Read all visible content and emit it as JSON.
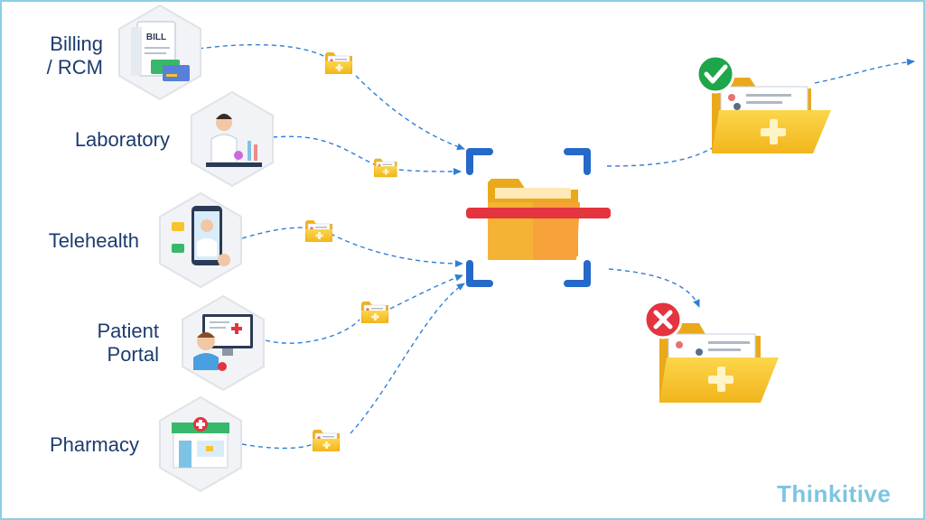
{
  "sources": [
    {
      "id": "billing",
      "lines": [
        "Billing",
        "/ RCM"
      ],
      "icon": "bill-icon"
    },
    {
      "id": "laboratory",
      "lines": [
        "Laboratory"
      ],
      "icon": "scientist-icon"
    },
    {
      "id": "telehealth",
      "lines": [
        "Telehealth"
      ],
      "icon": "video-doctor-icon"
    },
    {
      "id": "patient-portal",
      "lines": [
        "Patient",
        "Portal"
      ],
      "icon": "patient-monitor-icon"
    },
    {
      "id": "pharmacy",
      "lines": [
        "Pharmacy"
      ],
      "icon": "pharmacy-store-icon"
    }
  ],
  "icon_text": {
    "bill": "BILL"
  },
  "outcomes": {
    "approved_icon": "check-icon",
    "rejected_icon": "cross-icon"
  },
  "brand": {
    "name": "Thinkitive"
  },
  "colors": {
    "accent": "#2f7fd6",
    "label": "#1c3c6e",
    "folder": "#f7c52b",
    "folder_dark": "#e9a91a",
    "check": "#1fa54a",
    "cross": "#e3343f",
    "scanner": "#2569c9",
    "brand": "#7cc4e4"
  }
}
